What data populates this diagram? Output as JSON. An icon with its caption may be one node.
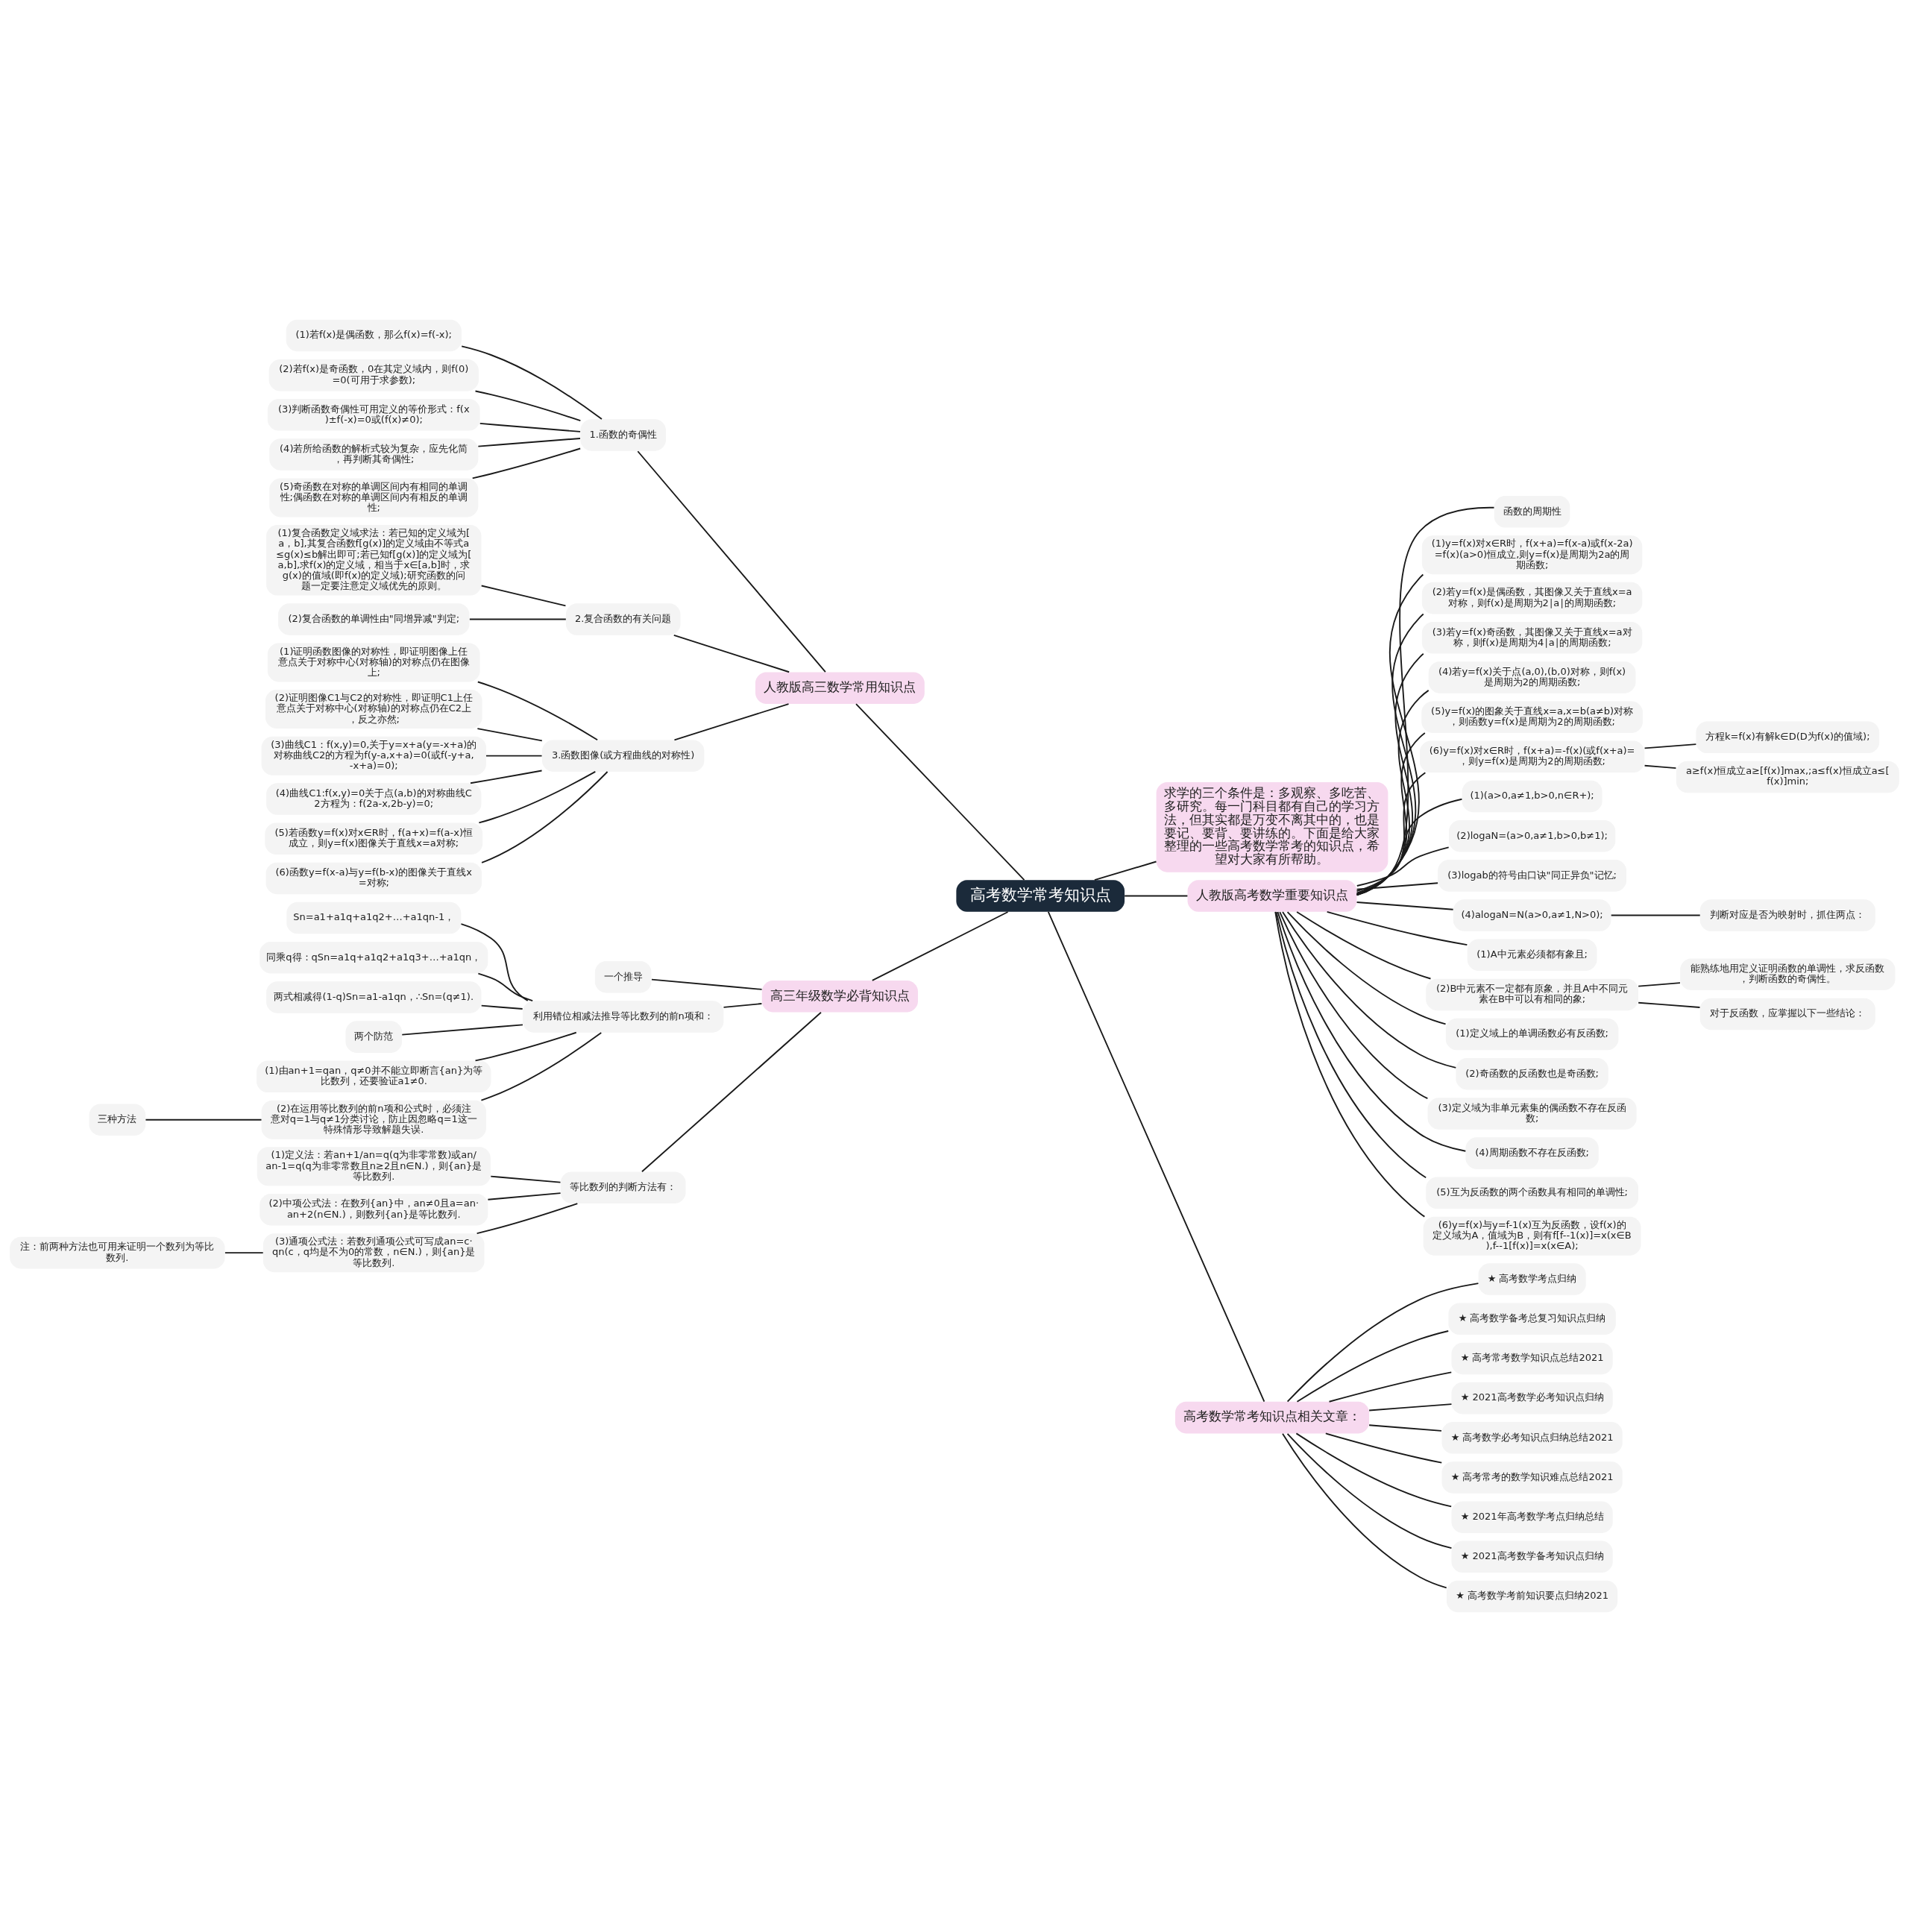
{
  "diagram": {
    "nodes": [
      {
        "text": [
          "高考数学常考知识点"
        ]
      },
      {
        "text": [
          "人教版高三数学常用知识点"
        ]
      },
      {
        "text": [
          "1.函数的奇偶性"
        ]
      },
      {
        "text": [
          "(1)若f(x)是偶函数，那么f(x)=f(-x);"
        ]
      },
      {
        "text": [
          "(2)若f(x)是奇函数，0在其定义域内，则f(0)=0(可用于求参数);"
        ]
      },
      {
        "text": [
          "(3)判断函数奇偶性可用定义的等价形式：f(x)±f(-x)=0或(f(x)≠0);"
        ]
      },
      {
        "text": [
          "(4)若所给函数的解析式较为复杂，应先化简，再判断其奇偶性;"
        ]
      },
      {
        "text": [
          "(5)奇函数在对称的单调区间内有相同的单调性;偶函数在对称的单调区间内有相反的单调性;"
        ]
      },
      {
        "text": [
          "2.复合函数的有关问题"
        ]
      },
      {
        "text": [
          "(1)复合函数定义域求法：若已知的定义域为[a，b],其复合函数f[g(x)]的定义域由不等式a≤g(x)≤b解出即可;若已知f[g(x)]的定义域为[a,b],求f(x)的定义域，相当于x∈[a,b]时，求g(x)的值域(即f(x)的定义域);研究函数的问题一定要注意定义域优先的原则。"
        ]
      },
      {
        "text": [
          "(2)复合函数的单调性由\"同增异减\"判定;"
        ]
      },
      {
        "text": [
          "3.函数图像(或方程曲线的对称性)"
        ]
      },
      {
        "text": [
          "(1)证明函数图像的对称性，即证明图像上任意点关于对称中心(对称轴)的对称点仍在图像上;"
        ]
      },
      {
        "text": [
          "(2)证明图像C1与C2的对称性，即证明C1上任意点关于对称中心(对称轴)的对称点仍在C2上，反之亦然;"
        ]
      },
      {
        "text": [
          "(3)曲线C1：f(x,y)=0,关于y=x+a(y=-x+a)的对称曲线C2的方程为f(y-a,x+a)=0(或f(-y+a,-x+a)=0);"
        ]
      },
      {
        "text": [
          "(4)曲线C1:f(x,y)=0关于点(a,b)的对称曲线C2方程为：f(2a-x,2b-y)=0;"
        ]
      },
      {
        "text": [
          "(5)若函数y=f(x)对x∈R时，f(a+x)=f(a-x)恒成立，则y=f(x)图像关于直线x=a对称;"
        ]
      },
      {
        "text": [
          "(6)函数y=f(x-a)与y=f(b-x)的图像关于直线x=对称;"
        ]
      },
      {
        "text": [
          "高三年级数学必背知识点"
        ]
      },
      {
        "text": [
          "一个推导"
        ]
      },
      {
        "text": [
          "利用错位相减法推导等比数列的前n项和："
        ]
      },
      {
        "text": [
          "Sn=a1+a1q+a1q2+…+a1qn-1，"
        ]
      },
      {
        "text": [
          "同乘q得：qSn=a1q+a1q2+a1q3+…+a1qn，"
        ]
      },
      {
        "text": [
          "两式相减得(1-q)Sn=a1-a1qn，∴Sn=(q≠1)."
        ]
      },
      {
        "text": [
          "两个防范"
        ]
      },
      {
        "text": [
          "(1)由an+1=qan，q≠0并不能立即断言{an}为等比数列，还要验证a1≠0."
        ]
      },
      {
        "text": [
          "(2)在运用等比数列的前n项和公式时，必须注意对q=1与q≠1分类讨论，防止因忽略q=1这一特殊情形导致解题失误."
        ]
      },
      {
        "text": [
          "三种方法"
        ]
      },
      {
        "text": [
          "等比数列的判断方法有："
        ]
      },
      {
        "text": [
          "(1)定义法：若an+1/an=q(q为非零常数)或an/an-1=q(q为非零常数且n≥2且n∈N.)，则{an}是等比数列."
        ]
      },
      {
        "text": [
          "(2)中项公式法：在数列{an}中，an≠0且a=an·an+2(n∈N.)，则数列{an}是等比数列."
        ]
      },
      {
        "text": [
          "(3)通项公式法：若数列通项公式可写成an=c·qn(c，q均是不为0的常数，n∈N.)，则{an}是等比数列."
        ]
      },
      {
        "text": [
          "注：前两种方法也可用来证明一个数列为等比数列."
        ]
      },
      {
        "text": [
          "求学的三个条件是：多观察、多吃苦、多研究。每一门科目都有自己的学习方法，但其实都是万变不离其中的，也是要记、要背、要讲练的。下面是给大家整理的一些高考数学常考的知识点，希望对大家有所帮助。"
        ]
      },
      {
        "text": [
          "人教版高考数学重要知识点"
        ]
      },
      {
        "text": [
          "函数的周期性"
        ]
      },
      {
        "text": [
          "(1)y=f(x)对x∈R时，f(x+a)=f(x-a)或f(x-2a)=f(x)(a>0)恒成立,则y=f(x)是周期为2a的周期函数;"
        ]
      },
      {
        "text": [
          "(2)若y=f(x)是偶函数，其图像又关于直线x=a对称，则f(x)是周期为2∣a∣的周期函数;"
        ]
      },
      {
        "text": [
          "(3)若y=f(x)奇函数，其图像又关于直线x=a对称，则f(x)是周期为4∣a∣的周期函数;"
        ]
      },
      {
        "text": [
          "(4)若y=f(x)关于点(a,0),(b,0)对称，则f(x)是周期为2的周期函数;"
        ]
      },
      {
        "text": [
          "(5)y=f(x)的图象关于直线x=a,x=b(a≠b)对称，则函数y=f(x)是周期为2的周期函数;"
        ]
      },
      {
        "text": [
          "(6)y=f(x)对x∈R时，f(x+a)=-f(x)(或f(x+a)=，则y=f(x)是周期为2的周期函数;"
        ]
      },
      {
        "text": [
          "方程k=f(x)有解k∈D(D为f(x)的值域);"
        ]
      },
      {
        "text": [
          "a≥f(x)恒成立a≥[f(x)]max,;a≤f(x)恒成立a≤[f(x)]min;"
        ]
      },
      {
        "text": [
          "(1)(a>0,a≠1,b>0,n∈R+);"
        ]
      },
      {
        "text": [
          "(2)logaN=(a>0,a≠1,b>0,b≠1);"
        ]
      },
      {
        "text": [
          "(3)logab的符号由口诀\"同正异负\"记忆;"
        ]
      },
      {
        "text": [
          "(4)alogaN=N(a>0,a≠1,N>0);"
        ]
      },
      {
        "text": [
          "判断对应是否为映射时，抓住两点："
        ]
      },
      {
        "text": [
          "(1)A中元素必须都有象且;"
        ]
      },
      {
        "text": [
          "(2)B中元素不一定都有原象，并且A中不同元素在B中可以有相同的象;"
        ]
      },
      {
        "text": [
          "能熟练地用定义证明函数的单调性，求反函数，判断函数的奇偶性。"
        ]
      },
      {
        "text": [
          "对于反函数，应掌握以下一些结论："
        ]
      },
      {
        "text": [
          "(1)定义域上的单调函数必有反函数;"
        ]
      },
      {
        "text": [
          "(2)奇函数的反函数也是奇函数;"
        ]
      },
      {
        "text": [
          "(3)定义域为非单元素集的偶函数不存在反函数;"
        ]
      },
      {
        "text": [
          "(4)周期函数不存在反函数;"
        ]
      },
      {
        "text": [
          "(5)互为反函数的两个函数具有相同的单调性;"
        ]
      },
      {
        "text": [
          "(6)y=f(x)与y=f-1(x)互为反函数，设f(x)的定义域为A，值域为B，则有f[f--1(x)]=x(x∈B),f--1[f(x)]=x(x∈A);"
        ]
      },
      {
        "text": [
          "高考数学常考知识点相关文章："
        ]
      },
      {
        "text": [
          "★ 高考数学考点归纳"
        ]
      },
      {
        "text": [
          "★ 高考数学备考总复习知识点归纳"
        ]
      },
      {
        "text": [
          "★ 高考常考数学知识点总结2021"
        ]
      },
      {
        "text": [
          "★ 2021高考数学必考知识点归纳"
        ]
      },
      {
        "text": [
          "★ 高考数学必考知识点归纳总结2021"
        ]
      },
      {
        "text": [
          "★ 高考常考的数学知识难点总结2021"
        ]
      },
      {
        "text": [
          "★ 2021年高考数学考点归纳总结"
        ]
      },
      {
        "text": [
          "★ 2021高考数学备考知识点归纳"
        ]
      },
      {
        "text": [
          "★ 高考数学考前知识要点归纳2021"
        ]
      }
    ],
    "edges": [
      {
        "from": 1,
        "to": 0,
        "arrow": "none"
      },
      {
        "from": 18,
        "to": 0,
        "arrow": "none"
      },
      {
        "from": 2,
        "to": 1,
        "arrow": "none"
      },
      {
        "from": 8,
        "to": 1,
        "arrow": "none"
      },
      {
        "from": 11,
        "to": 1,
        "arrow": "none"
      },
      {
        "from": 3,
        "to": 2,
        "arrow": "none"
      },
      {
        "from": 4,
        "to": 2,
        "arrow": "none"
      },
      {
        "from": 5,
        "to": 2,
        "arrow": "none"
      },
      {
        "from": 6,
        "to": 2,
        "arrow": "none"
      },
      {
        "from": 7,
        "to": 2,
        "arrow": "none"
      },
      {
        "from": 9,
        "to": 8,
        "arrow": "none"
      },
      {
        "from": 10,
        "to": 8,
        "arrow": "none"
      },
      {
        "from": 12,
        "to": 11,
        "arrow": "none"
      },
      {
        "from": 13,
        "to": 11,
        "arrow": "none"
      },
      {
        "from": 14,
        "to": 11,
        "arrow": "none"
      },
      {
        "from": 15,
        "to": 11,
        "arrow": "none"
      },
      {
        "from": 16,
        "to": 11,
        "arrow": "none"
      },
      {
        "from": 17,
        "to": 11,
        "arrow": "none"
      },
      {
        "from": 19,
        "to": 18,
        "arrow": "none"
      },
      {
        "from": 20,
        "to": 18,
        "arrow": "none"
      },
      {
        "from": 28,
        "to": 18,
        "arrow": "none"
      },
      {
        "from": 21,
        "to": 20,
        "arrow": "none"
      },
      {
        "from": 22,
        "to": 20,
        "arrow": "none"
      },
      {
        "from": 23,
        "to": 20,
        "arrow": "none"
      },
      {
        "from": 24,
        "to": 20,
        "arrow": "none"
      },
      {
        "from": 25,
        "to": 20,
        "arrow": "none"
      },
      {
        "from": 26,
        "to": 20,
        "arrow": "none"
      },
      {
        "from": 27,
        "to": 26,
        "arrow": "none"
      },
      {
        "from": 29,
        "to": 28,
        "arrow": "none"
      },
      {
        "from": 30,
        "to": 28,
        "arrow": "none"
      },
      {
        "from": 31,
        "to": 28,
        "arrow": "none"
      },
      {
        "from": 32,
        "to": 31,
        "arrow": "none"
      },
      {
        "from": 0,
        "to": 33,
        "arrow": "none"
      },
      {
        "from": 0,
        "to": 34,
        "arrow": "none"
      },
      {
        "from": 0,
        "to": 59,
        "arrow": "none"
      },
      {
        "from": 34,
        "to": 35,
        "arrow": "none"
      },
      {
        "from": 34,
        "to": 36,
        "arrow": "none"
      },
      {
        "from": 34,
        "to": 37,
        "arrow": "none"
      },
      {
        "from": 34,
        "to": 38,
        "arrow": "none"
      },
      {
        "from": 34,
        "to": 39,
        "arrow": "none"
      },
      {
        "from": 34,
        "to": 40,
        "arrow": "none"
      },
      {
        "from": 34,
        "to": 41,
        "arrow": "none"
      },
      {
        "from": 41,
        "to": 42,
        "arrow": "none"
      },
      {
        "from": 41,
        "to": 43,
        "arrow": "none"
      },
      {
        "from": 34,
        "to": 44,
        "arrow": "none"
      },
      {
        "from": 34,
        "to": 45,
        "arrow": "none"
      },
      {
        "from": 34,
        "to": 46,
        "arrow": "none"
      },
      {
        "from": 34,
        "to": 47,
        "arrow": "none"
      },
      {
        "from": 47,
        "to": 48,
        "arrow": "none"
      },
      {
        "from": 34,
        "to": 49,
        "arrow": "none"
      },
      {
        "from": 34,
        "to": 50,
        "arrow": "none"
      },
      {
        "from": 50,
        "to": 51,
        "arrow": "none"
      },
      {
        "from": 50,
        "to": 52,
        "arrow": "none"
      },
      {
        "from": 34,
        "to": 53,
        "arrow": "none"
      },
      {
        "from": 34,
        "to": 54,
        "arrow": "none"
      },
      {
        "from": 34,
        "to": 55,
        "arrow": "none"
      },
      {
        "from": 34,
        "to": 56,
        "arrow": "none"
      },
      {
        "from": 34,
        "to": 57,
        "arrow": "none"
      },
      {
        "from": 34,
        "to": 58,
        "arrow": "none"
      },
      {
        "from": 59,
        "to": 60,
        "arrow": "none"
      },
      {
        "from": 59,
        "to": 61,
        "arrow": "none"
      },
      {
        "from": 59,
        "to": 62,
        "arrow": "none"
      },
      {
        "from": 59,
        "to": 63,
        "arrow": "none"
      },
      {
        "from": 59,
        "to": 64,
        "arrow": "none"
      },
      {
        "from": 59,
        "to": 65,
        "arrow": "none"
      },
      {
        "from": 59,
        "to": 66,
        "arrow": "none"
      },
      {
        "from": 59,
        "to": 67,
        "arrow": "none"
      },
      {
        "from": 59,
        "to": 68,
        "arrow": "none"
      }
    ]
  }
}
